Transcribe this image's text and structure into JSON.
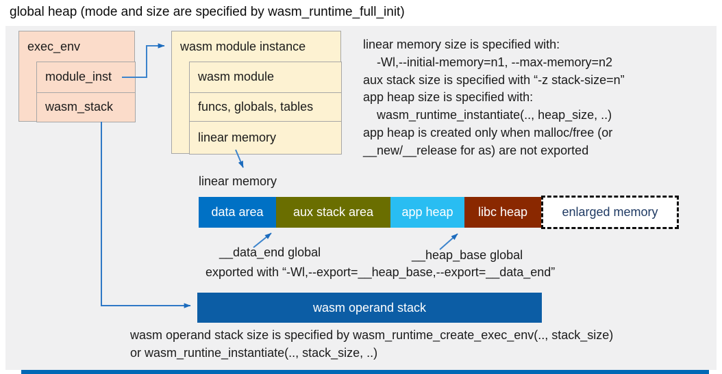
{
  "title": "global heap (mode and size are specified by wasm_runtime_full_init)",
  "exec_env": {
    "title": "exec_env",
    "rows": [
      "module_inst",
      "wasm_stack"
    ]
  },
  "module_instance": {
    "title": "wasm module instance",
    "rows": [
      "wasm module",
      "funcs, globals, tables",
      "linear memory"
    ]
  },
  "notes_right": {
    "lines": [
      "linear memory size is specified with:",
      "-Wl,--initial-memory=n1, --max-memory=n2",
      "aux stack size is specified with “-z stack-size=n”",
      "app heap size is specified with:",
      "wasm_runtime_instantiate(.., heap_size, ..)",
      "app heap is created only when malloc/free (or",
      "__new/__release for as) are not exported"
    ]
  },
  "linear_memory": {
    "label": "linear memory",
    "segments": [
      {
        "label": "data area",
        "color": "#0071c5"
      },
      {
        "label": "aux stack area",
        "color": "#6a6e00"
      },
      {
        "label": "app heap",
        "color": "#29bdf2"
      },
      {
        "label": "libc heap",
        "color": "#8a2800"
      },
      {
        "label": "enlarged memory",
        "color": "#ffffff",
        "text_color": "#1f3a63",
        "border": "dashed"
      }
    ],
    "data_end_label": "__data_end global",
    "heap_base_label": "__heap_base global",
    "export_note": "exported with “-Wl,--export=__heap_base,--export=__data_end”"
  },
  "operand_stack": {
    "label": "wasm operand stack",
    "color": "#0c5da5",
    "notes": [
      "wasm operand stack size is specified by wasm_runtime_create_exec_env(.., stack_size)",
      "or wasm_runtine_instantiate(.., stack_size, ..)"
    ]
  },
  "colors": {
    "panel_bg": "#f0f0f1",
    "box_salmon": "#fbdcca",
    "box_cream": "#fdf2d2",
    "border_gray": "#a6a6a6",
    "arrow_blue": "#3b83cc",
    "accent_strip": "#0068b5"
  }
}
